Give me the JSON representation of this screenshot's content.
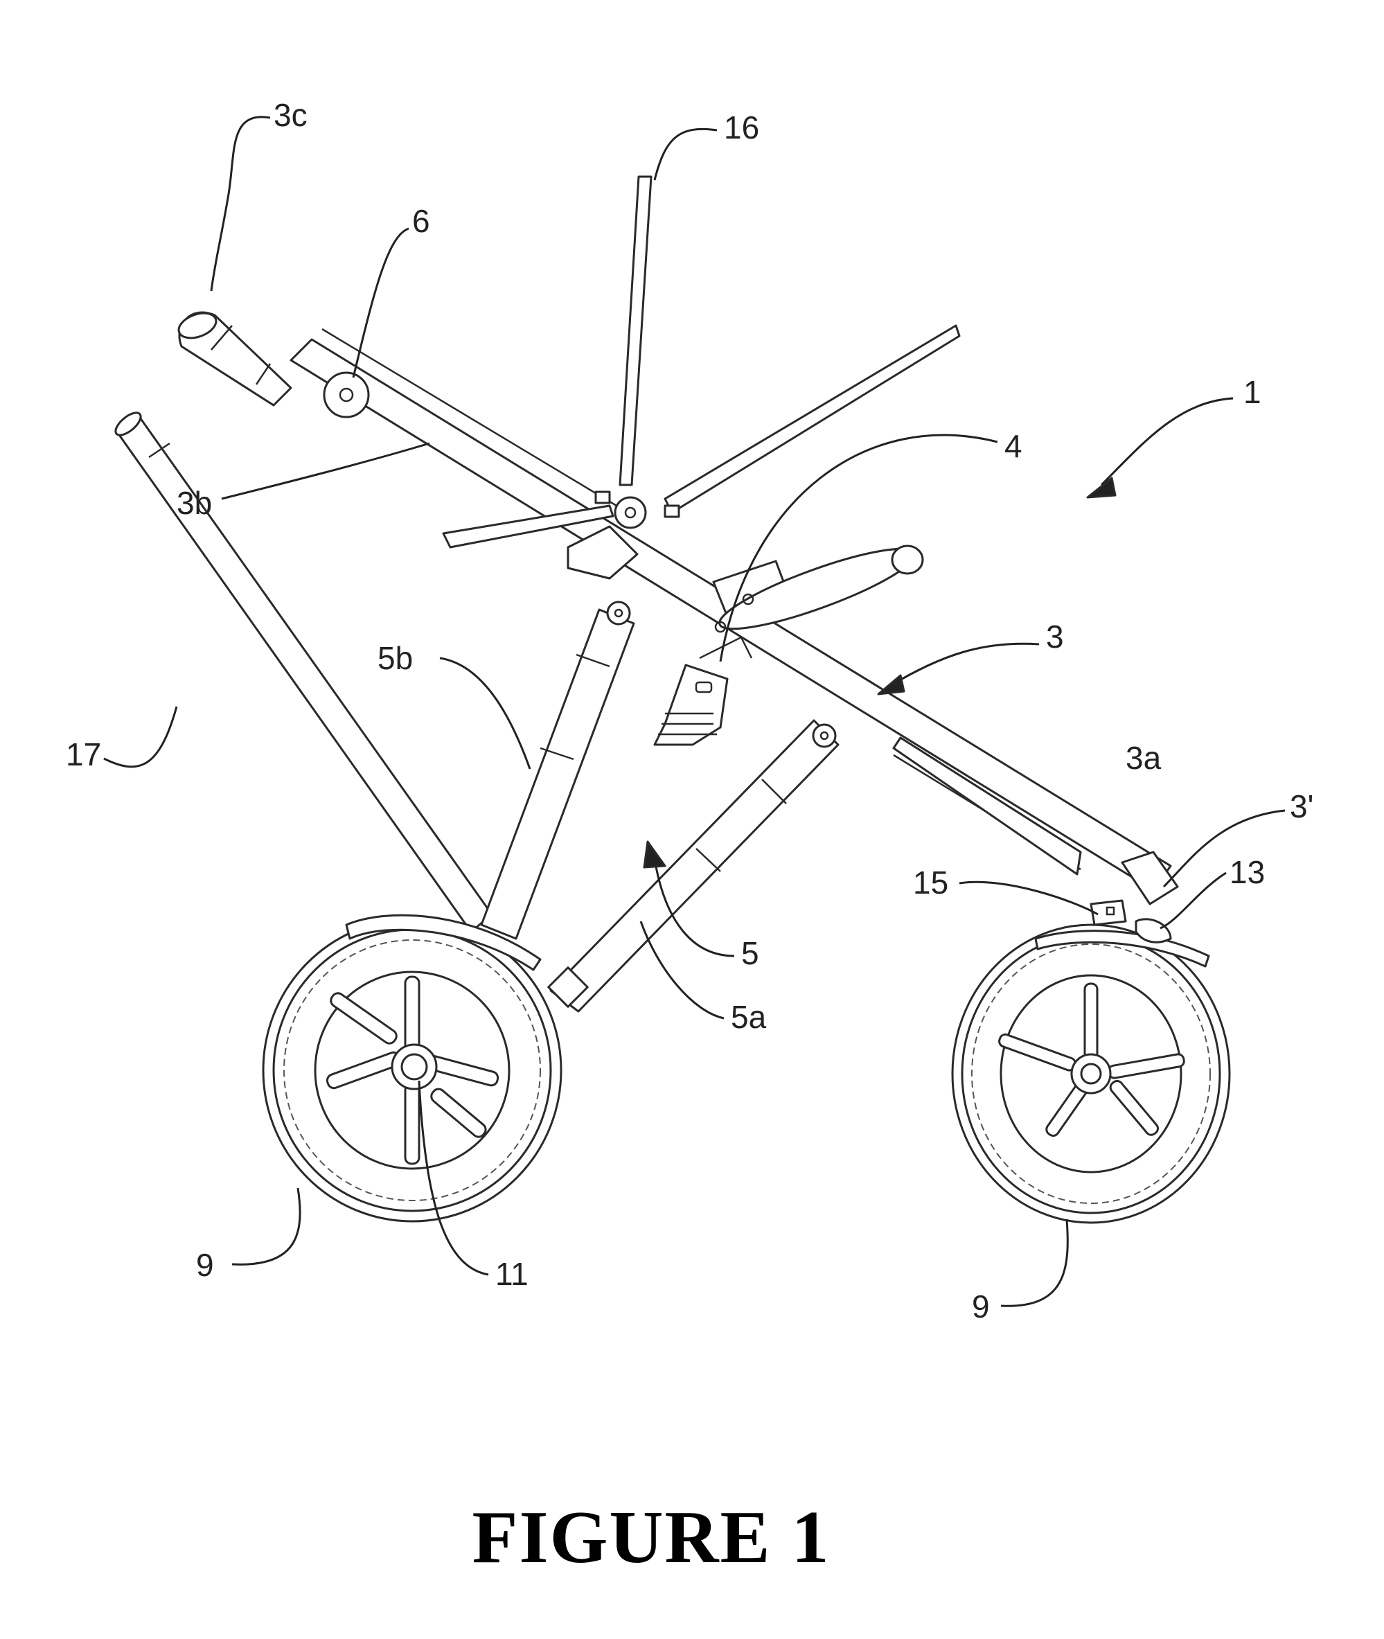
{
  "figure": {
    "caption": "FIGURE 1"
  },
  "labels": {
    "stroller": "1",
    "main_frame": "3",
    "frame_front_section": "3a",
    "frame_rear_section": "3b",
    "handle_grip": "3c",
    "frame_end": "3'",
    "fold_actuator": "4",
    "lower_frame": "5",
    "lower_front_leg": "5a",
    "lower_rear_leg": "5b",
    "pivot": "6",
    "wheel_left": "9",
    "wheel_right": "9",
    "hub": "11",
    "wheel_mount": "13",
    "clip": "15",
    "strap": "16",
    "rear_bar": "17"
  },
  "colors": {
    "line": "#2a2a2a",
    "text": "#222222",
    "background": "#ffffff"
  }
}
